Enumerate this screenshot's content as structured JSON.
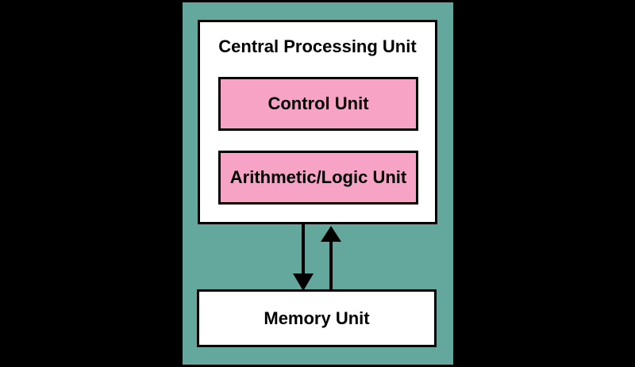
{
  "colors": {
    "background": "#000000",
    "panel": "#64a79d",
    "box_pink": "#f7a3c6",
    "box_white": "#ffffff",
    "border": "#000000",
    "text": "#000000"
  },
  "diagram": {
    "cpu": {
      "title": "Central Processing Unit",
      "children": [
        {
          "label": "Control Unit"
        },
        {
          "label": "Arithmetic/Logic Unit"
        }
      ]
    },
    "memory": {
      "label": "Memory Unit"
    },
    "arrows": [
      {
        "name": "arrow-down-icon",
        "direction": "down",
        "from": "Central Processing Unit",
        "to": "Memory Unit"
      },
      {
        "name": "arrow-up-icon",
        "direction": "up",
        "from": "Memory Unit",
        "to": "Central Processing Unit"
      }
    ]
  }
}
